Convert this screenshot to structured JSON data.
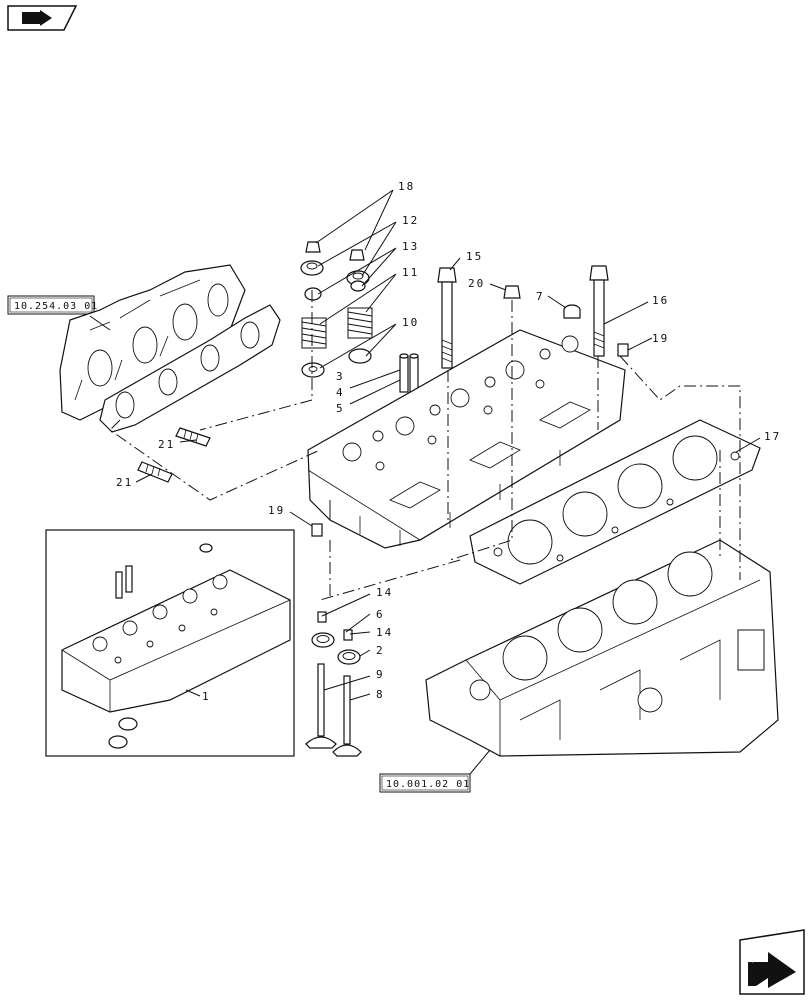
{
  "nav": {
    "prev_icon": "bookmark-return-icon",
    "next_icon": "next-page-arrow-icon"
  },
  "refs": {
    "manifold_ref": "10.254.03 01",
    "block_ref": "10.001.02 01"
  },
  "callouts": {
    "c1": "1",
    "c2": "2",
    "c3": "3",
    "c4": "4",
    "c5": "5",
    "c6": "6",
    "c7": "7",
    "c8": "8",
    "c9": "9",
    "c10": "10",
    "c11": "11",
    "c12": "12",
    "c13": "13",
    "c14a": "14",
    "c14b": "14",
    "c15": "15",
    "c16": "16",
    "c17": "17",
    "c18": "18",
    "c19a": "19",
    "c19b": "19",
    "c20": "20",
    "c21a": "21",
    "c21b": "21"
  },
  "colors": {
    "ink": "#111111",
    "paper": "#ffffff"
  }
}
